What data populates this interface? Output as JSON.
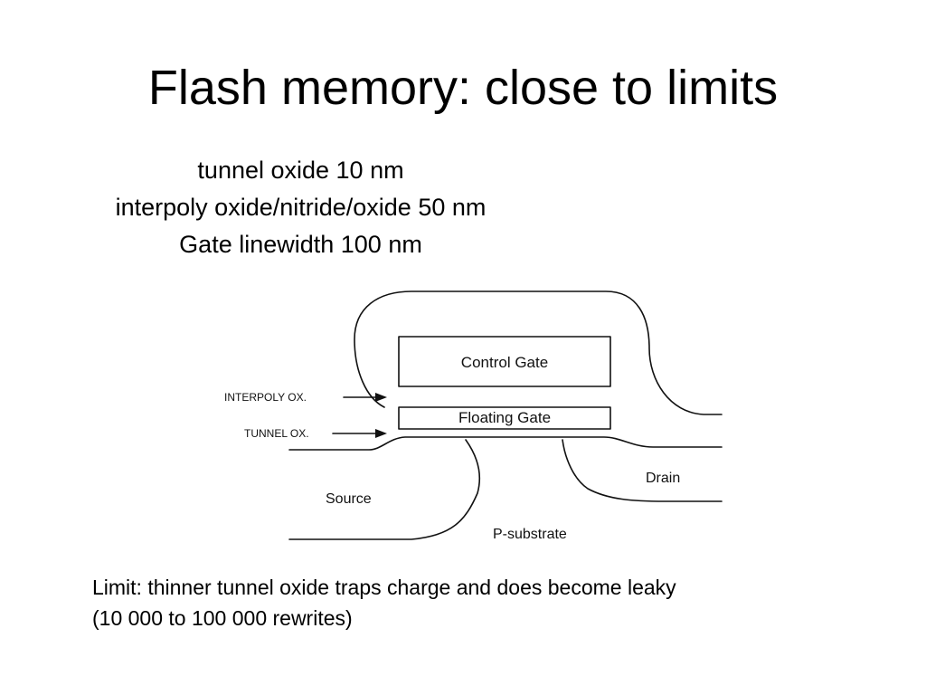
{
  "slide": {
    "title": "Flash memory: close to limits",
    "spec_lines": [
      "tunnel oxide 10 nm",
      "interpoly oxide/nitride/oxide 50 nm",
      "Gate linewidth 100 nm"
    ],
    "caption_lines": [
      "Limit: thinner tunnel oxide traps charge and does become leaky",
      "(10 000 to 100 000 rewrites)"
    ]
  },
  "diagram": {
    "labels": {
      "control_gate": "Control Gate",
      "floating_gate": "Floating Gate",
      "interpoly_ox": "INTERPOLY OX.",
      "tunnel_ox": "TUNNEL OX.",
      "source": "Source",
      "drain": "Drain",
      "substrate": "P-substrate"
    }
  },
  "colors": {
    "text": "#000000",
    "background": "#ffffff",
    "line": "#111111"
  }
}
